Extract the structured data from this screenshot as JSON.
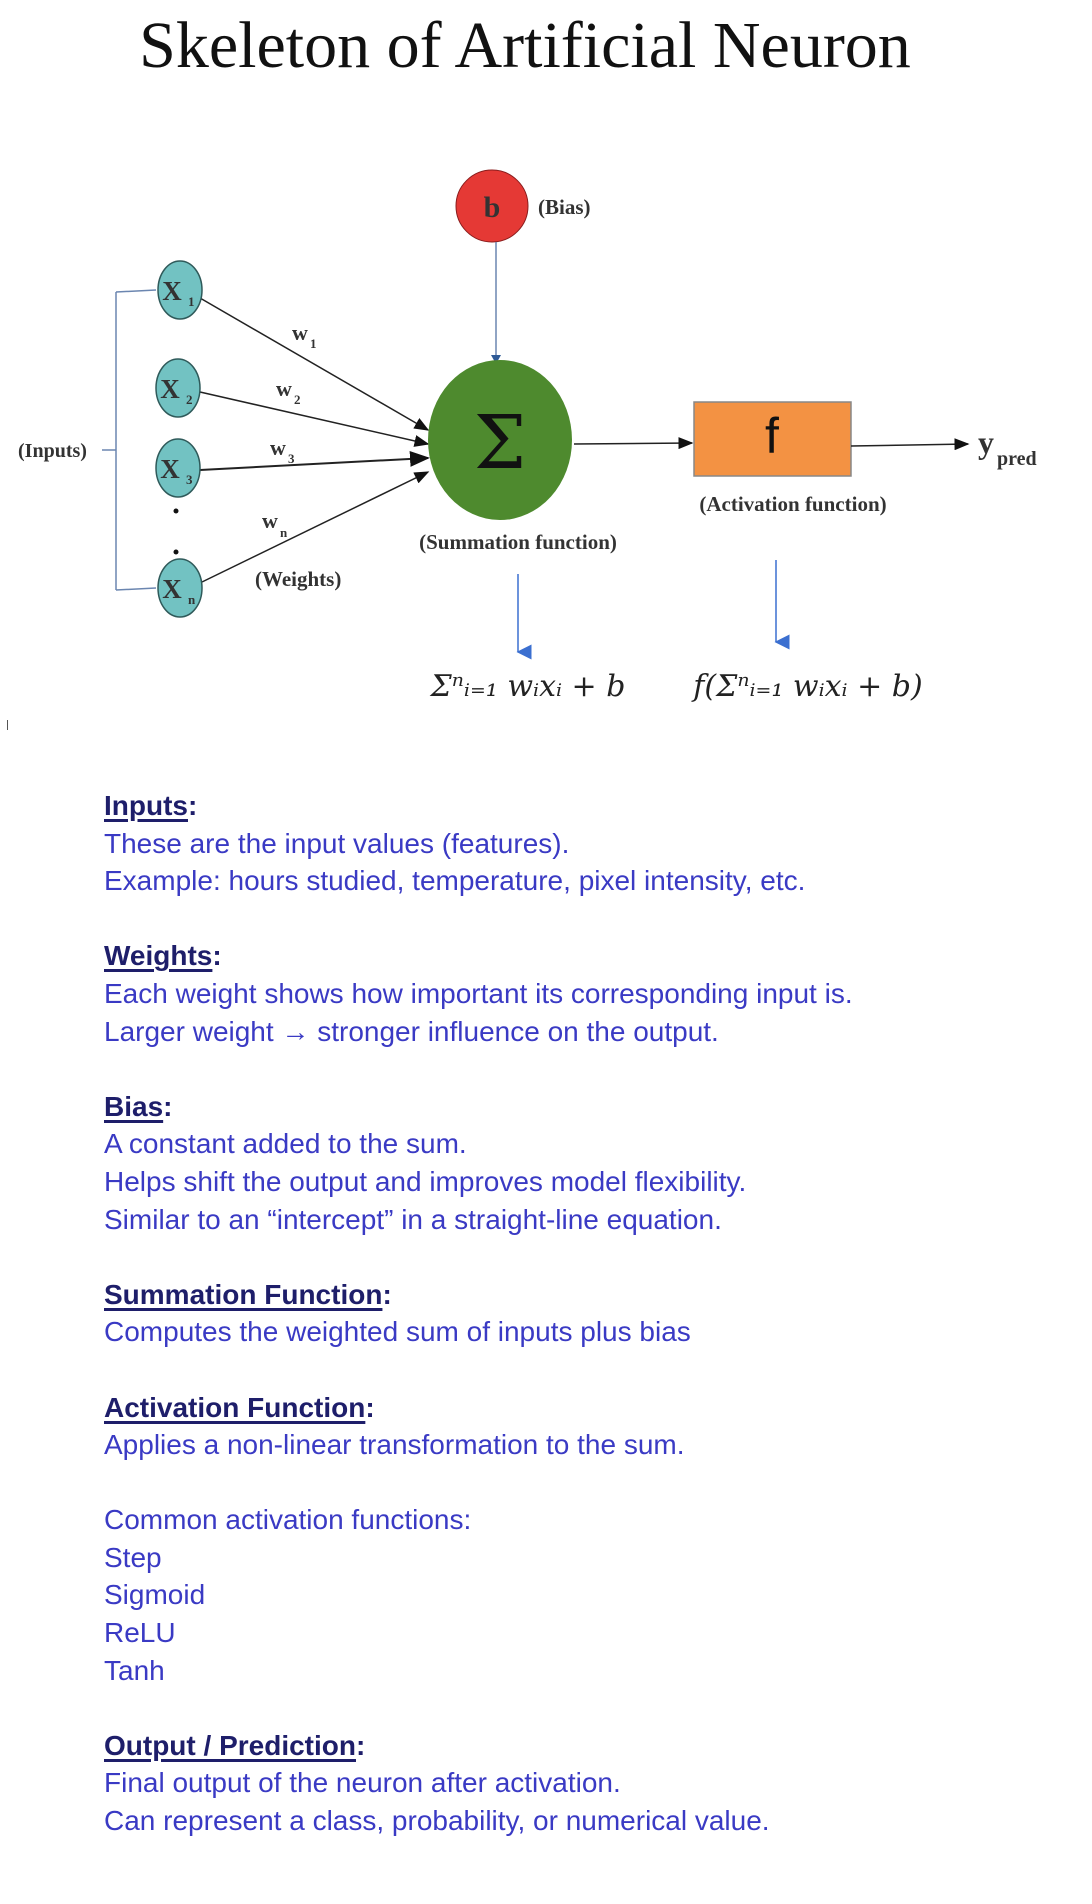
{
  "title": "Skeleton of Artificial Neuron",
  "diagram": {
    "bias_symbol": "b",
    "bias_label": "(Bias)",
    "inputs_label": "(Inputs)",
    "inputs": [
      {
        "base": "X",
        "sub": "1"
      },
      {
        "base": "X",
        "sub": "2"
      },
      {
        "base": "X",
        "sub": "3"
      },
      {
        "base": "X",
        "sub": "n"
      }
    ],
    "weights": [
      {
        "base": "w",
        "sub": "1"
      },
      {
        "base": "w",
        "sub": "2"
      },
      {
        "base": "w",
        "sub": "3"
      },
      {
        "base": "w",
        "sub": "n"
      }
    ],
    "weights_label": "(Weights)",
    "summation_symbol": "Σ",
    "summation_label": "(Summation function)",
    "activation_symbol": "f",
    "activation_label": "(Activation function)",
    "output_base": "y",
    "output_sub": "pred",
    "formula_sum": "Σⁿᵢ₌₁ wᵢxᵢ + b",
    "formula_activation": "f(Σⁿᵢ₌₁ wᵢxᵢ + b)",
    "colors": {
      "bias": "#e53935",
      "sum": "#4e8a2e",
      "input": "#72c2c2",
      "activation": "#f39243",
      "arrow_blue": "#3b6fd0"
    }
  },
  "sections": [
    {
      "heading": "Inputs",
      "lines": [
        "These are the input values (features).",
        "Example: hours studied, temperature, pixel intensity, etc."
      ]
    },
    {
      "heading": "Weights",
      "lines": [
        "Each weight shows how important its corresponding input is.",
        "Larger weight → stronger influence on the output."
      ]
    },
    {
      "heading": "Bias",
      "lines": [
        "A constant added to the sum.",
        "Helps shift the output and improves model flexibility.",
        "Similar to an “intercept” in a straight-line equation."
      ]
    },
    {
      "heading": "Summation Function",
      "lines": [
        "Computes the weighted sum of inputs plus bias"
      ]
    },
    {
      "heading": "Activation Function",
      "lines": [
        "Applies a non-linear transformation to the sum.",
        "",
        "Common activation functions:",
        "Step",
        "Sigmoid",
        "ReLU",
        "Tanh"
      ]
    },
    {
      "heading": "Output / Prediction",
      "lines": [
        "Final output of the neuron after activation.",
        "Can represent a class, probability, or numerical value."
      ]
    }
  ]
}
